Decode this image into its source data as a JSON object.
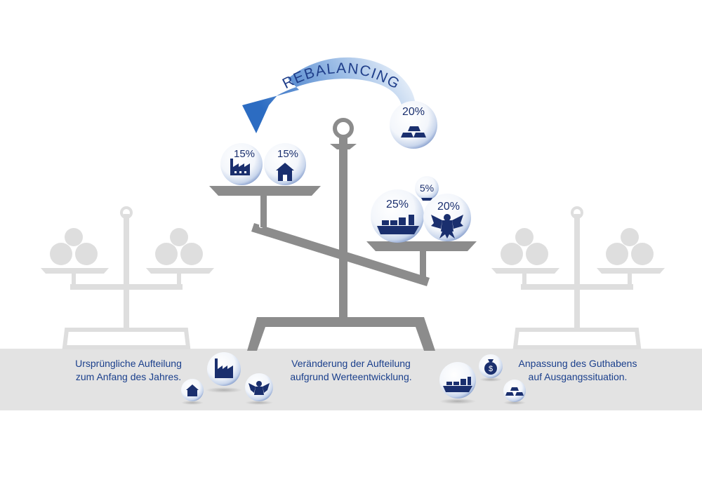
{
  "arrow": {
    "label": "REBALANCING"
  },
  "left_pan": {
    "items": [
      {
        "percent": "15%",
        "icon": "factory-icon"
      },
      {
        "percent": "15%",
        "icon": "house-icon"
      }
    ]
  },
  "right_pan": {
    "items": [
      {
        "percent": "25%",
        "icon": "ship-icon"
      },
      {
        "percent": "5%",
        "icon": "money-bag-icon"
      },
      {
        "percent": "20%",
        "icon": "eagle-icon"
      }
    ]
  },
  "gold": {
    "percent": "20%",
    "icon": "gold-bars-icon"
  },
  "captions": {
    "left": [
      "Ursprüngliche Aufteilung",
      "zum Anfang des Jahres."
    ],
    "center": [
      "Veränderung der Aufteilung",
      "aufgrund Werteentwicklung."
    ],
    "right": [
      "Anpassung des Guthabens",
      "auf Ausgangssituation."
    ]
  },
  "colors": {
    "navy": "#1a2f6e",
    "arrow_blue": "#2f6fc4",
    "scale_gray": "#8c8c8c",
    "ghost_gray": "#dcdcdc",
    "band_gray": "#e3e3e3"
  }
}
